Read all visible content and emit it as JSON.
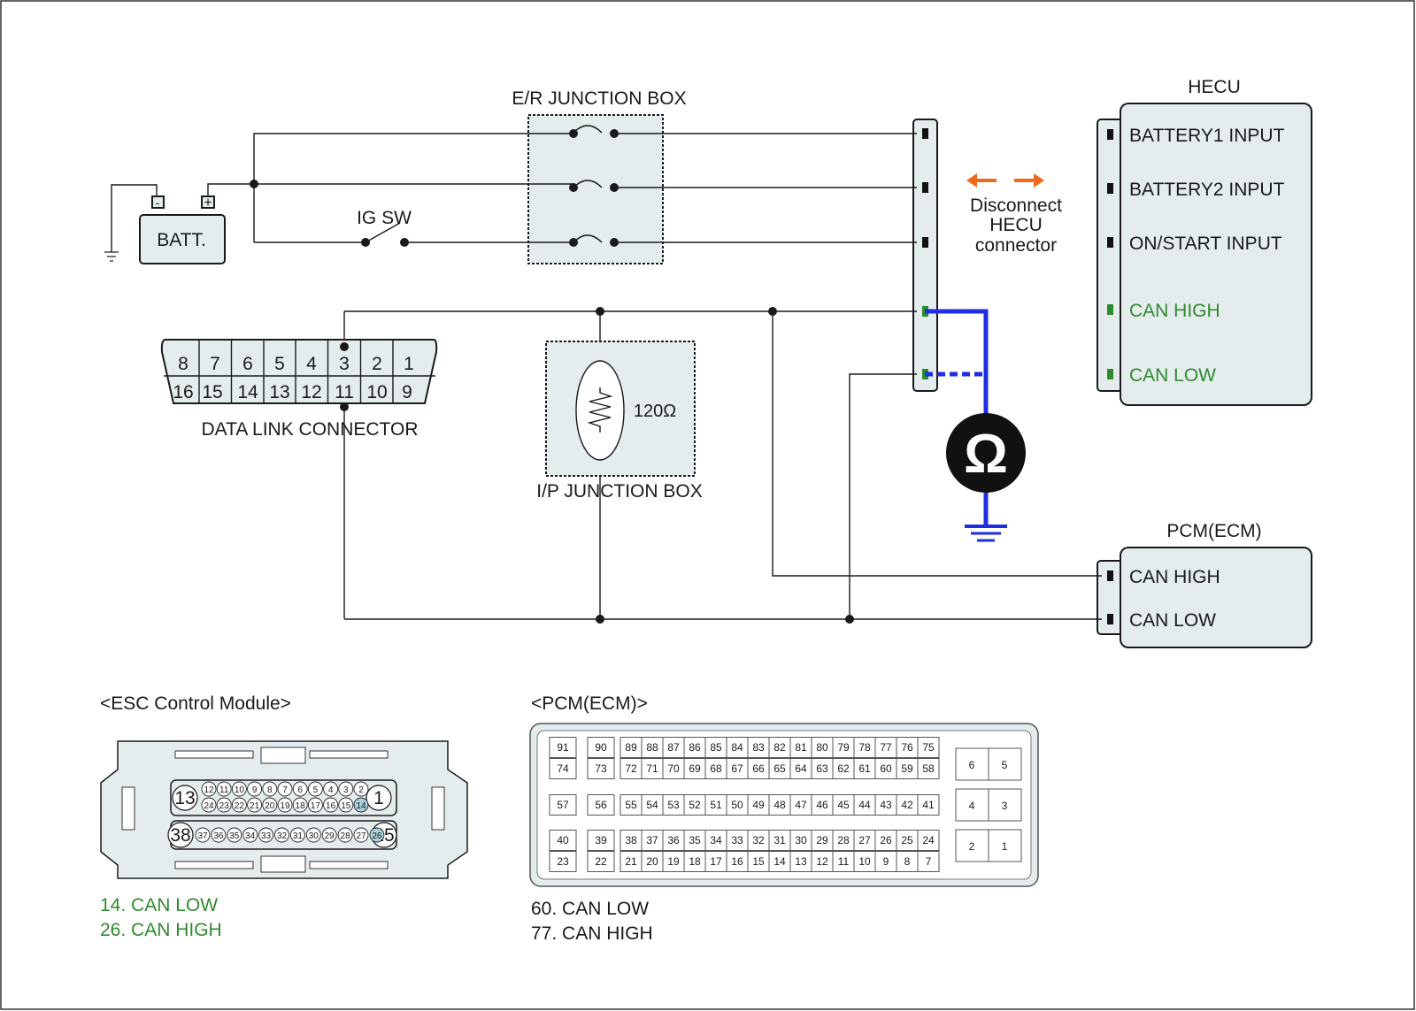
{
  "colors": {
    "green": "#2e8b2e",
    "blue": "#1f2ee0",
    "orange": "#ee6a1a",
    "highlight": "#a9cfd8",
    "panel": "#e4ecee"
  },
  "er_box": {
    "title": "E/R JUNCTION BOX"
  },
  "ip_box": {
    "title": "I/P JUNCTION BOX",
    "resistor": "120Ω"
  },
  "battery": {
    "label": "BATT.",
    "minus": "-",
    "plus": "+"
  },
  "ig_sw": {
    "label": "IG SW"
  },
  "dlc": {
    "title": "DATA LINK CONNECTOR",
    "top_row": [
      "8",
      "7",
      "6",
      "5",
      "4",
      "3",
      "2",
      "1"
    ],
    "bottom_row": [
      "16",
      "15",
      "14",
      "13",
      "12",
      "11",
      "10",
      "9"
    ]
  },
  "disconnect_note": [
    "Disconnect",
    "HECU",
    "connector"
  ],
  "meter_symbol": "Ω",
  "hecu": {
    "title": "HECU",
    "pins": [
      {
        "label": "BATTERY1 INPUT",
        "green": false
      },
      {
        "label": "BATTERY2 INPUT",
        "green": false
      },
      {
        "label": "ON/START INPUT",
        "green": false
      },
      {
        "label": "CAN HIGH",
        "green": true
      },
      {
        "label": "CAN LOW",
        "green": true
      }
    ]
  },
  "pcm": {
    "title": "PCM(ECM)",
    "pins": [
      "CAN HIGH",
      "CAN LOW"
    ]
  },
  "esc": {
    "title": "<ESC Control Module>",
    "big_pins": [
      "13",
      "1",
      "38",
      "25"
    ],
    "row1": [
      "12",
      "11",
      "10",
      "9",
      "8",
      "7",
      "6",
      "5",
      "4",
      "3",
      "2"
    ],
    "row2": [
      "24",
      "23",
      "22",
      "21",
      "20",
      "19",
      "18",
      "17",
      "16",
      "15",
      "14"
    ],
    "row3": [
      "37",
      "36",
      "35",
      "34",
      "33",
      "32",
      "31",
      "30",
      "29",
      "28",
      "27",
      "26"
    ],
    "notes": [
      "14. CAN LOW",
      "26. CAN HIGH"
    ]
  },
  "pcm_conn": {
    "title": "<PCM(ECM)>",
    "rows": [
      {
        "left": [
          "91",
          "90"
        ],
        "main": [
          "89",
          "88",
          "87",
          "86",
          "85",
          "84",
          "83",
          "82",
          "81",
          "80",
          "79",
          "78",
          "77",
          "76",
          "75"
        ]
      },
      {
        "left": [
          "74",
          "73"
        ],
        "main": [
          "72",
          "71",
          "70",
          "69",
          "68",
          "67",
          "66",
          "65",
          "64",
          "63",
          "62",
          "61",
          "60",
          "59",
          "58"
        ]
      },
      {
        "left": [
          "57",
          "56"
        ],
        "main": [
          "55",
          "54",
          "53",
          "52",
          "51",
          "50",
          "49",
          "48",
          "47",
          "46",
          "45",
          "44",
          "43",
          "42",
          "41"
        ]
      },
      {
        "left": [
          "40",
          "39"
        ],
        "main": [
          "38",
          "37",
          "36",
          "35",
          "34",
          "33",
          "32",
          "31",
          "30",
          "29",
          "28",
          "27",
          "26",
          "25",
          "24"
        ]
      },
      {
        "left": [
          "23",
          "22"
        ],
        "main": [
          "21",
          "20",
          "19",
          "18",
          "17",
          "16",
          "15",
          "14",
          "13",
          "12",
          "11",
          "10",
          "9",
          "8",
          "7"
        ]
      }
    ],
    "right": [
      [
        "6",
        "5"
      ],
      [
        "4",
        "3"
      ],
      [
        "2",
        "1"
      ]
    ],
    "highlighted": [
      "77",
      "60"
    ],
    "notes": [
      "60. CAN LOW",
      "77. CAN HIGH"
    ]
  }
}
